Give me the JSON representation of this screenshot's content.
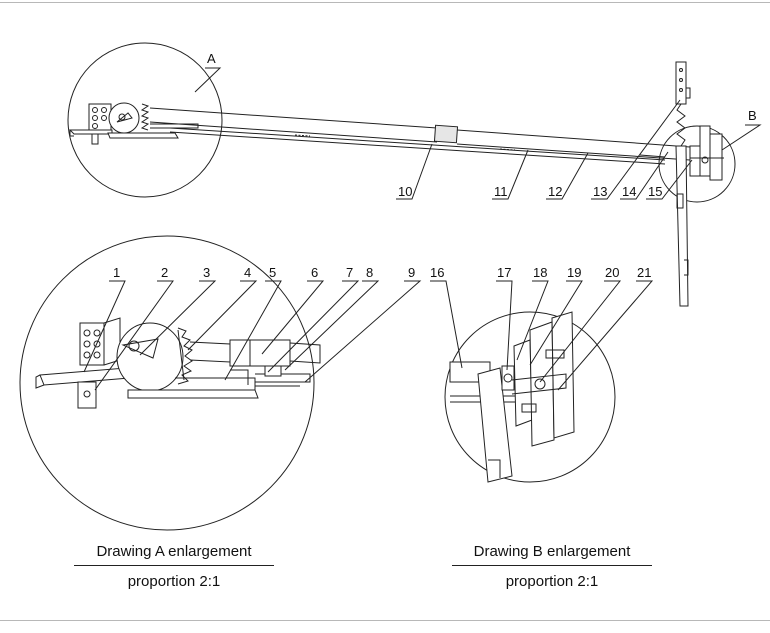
{
  "colors": {
    "line": "#222222",
    "shade": "#d8d8d8",
    "border": "#b8b8b8"
  },
  "callouts": {
    "A": "A",
    "B": "B",
    "n1": "1",
    "n2": "2",
    "n3": "3",
    "n4": "4",
    "n5": "5",
    "n6": "6",
    "n7": "7",
    "n8": "8",
    "n9": "9",
    "n10": "10",
    "n11": "11",
    "n12": "12",
    "n13": "13",
    "n14": "14",
    "n15": "15",
    "n16": "16",
    "n17": "17",
    "n18": "18",
    "n19": "19",
    "n20": "20",
    "n21": "21"
  },
  "captions": {
    "a_title": "Drawing A enlargement",
    "a_scale": "proportion 2:1",
    "b_title": "Drawing B enlargement",
    "b_scale": "proportion 2:1"
  }
}
